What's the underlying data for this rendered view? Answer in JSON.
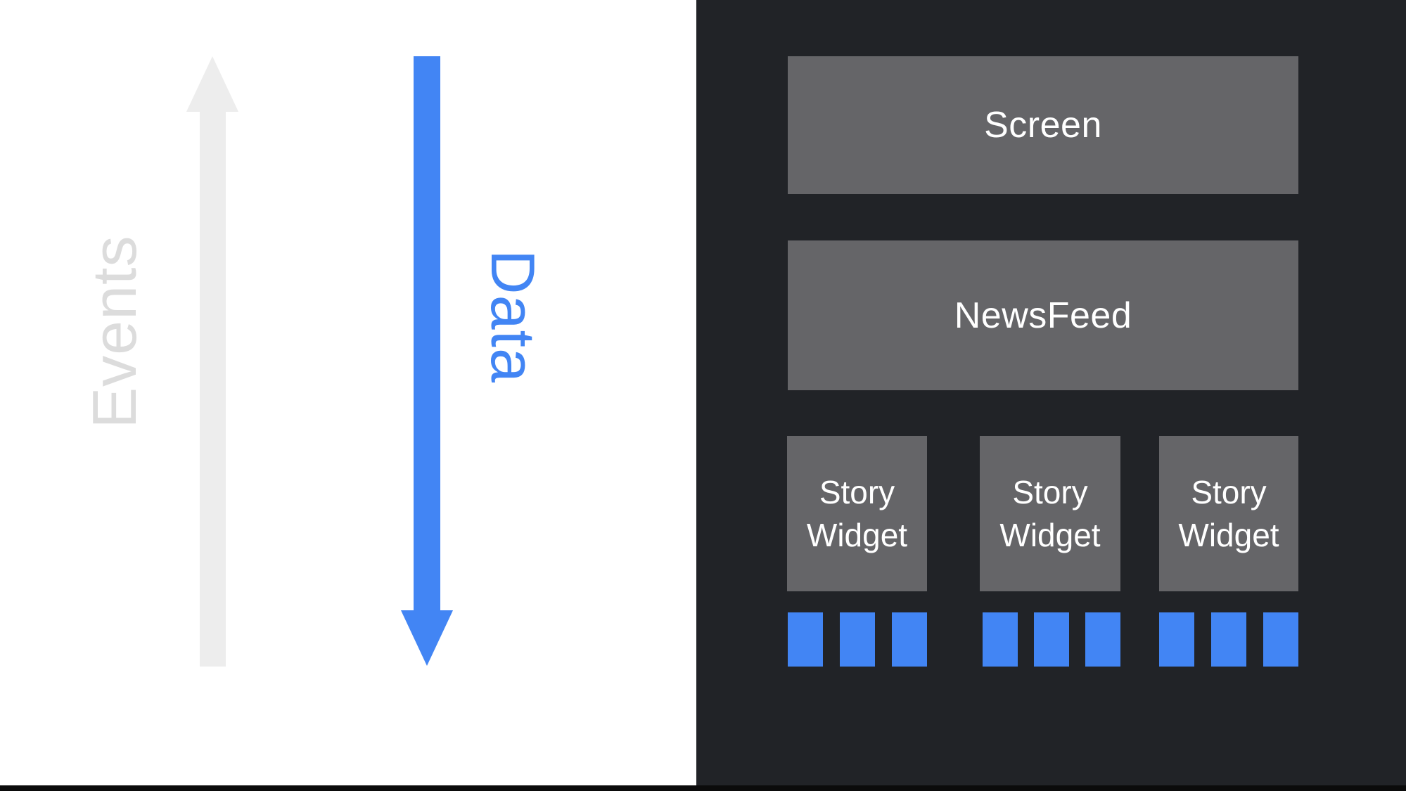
{
  "colors": {
    "accent_blue": "#4285F4",
    "box_gray": "#656568",
    "panel_dark": "#212327",
    "arrow_gray": "#EDEDED",
    "events_text_gray": "#DCDCDC",
    "label_white": "#FFFFFF"
  },
  "left_panel": {
    "events_arrow_label": "Events",
    "data_arrow_label": "Data"
  },
  "right_panel": {
    "screen_box_label": "Screen",
    "newsfeed_box_label": "NewsFeed",
    "story_widgets": [
      {
        "label": "Story Widget",
        "data_squares": 3
      },
      {
        "label": "Story Widget",
        "data_squares": 3
      },
      {
        "label": "Story Widget",
        "data_squares": 3
      }
    ]
  }
}
